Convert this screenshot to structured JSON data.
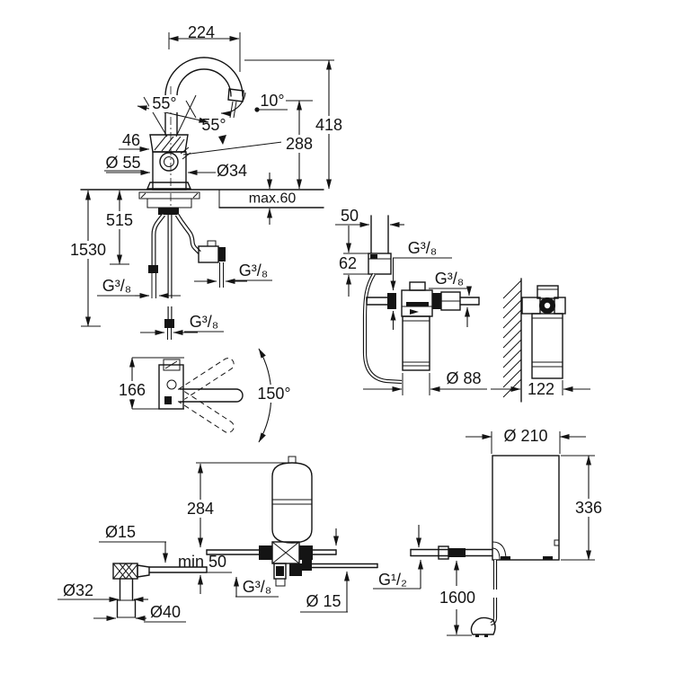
{
  "meta": {
    "background_color": "#ffffff",
    "line_color": "#141414",
    "drawing_type": "kitchen faucet with filter and boiler installation dimensions"
  },
  "figures": {
    "faucet_front_view": {
      "labels": {
        "projection": "224",
        "swivel_upper": "55°",
        "spout_angle": "10°",
        "lever_angle": "55°",
        "lever_width": "46",
        "body_diameter": "Ø 55",
        "shank_diameter": "Ø34",
        "height_total": "418",
        "height_outlet": "288",
        "counter_thickness": "max.60",
        "hose_short": "515",
        "hose_long": "1530",
        "thread_left": "G³/₈",
        "thread_right": "G³/₈",
        "thread_bottom": "G³/₈"
      }
    },
    "faucet_top_view": {
      "labels": {
        "depth": "166",
        "swivel_range": "150°"
      }
    },
    "filter_front_view": {
      "labels": {
        "head_width": "50",
        "head_height": "62",
        "thread_in": "G³/₈",
        "thread_out": "G³/₈",
        "cartridge_diameter": "Ø 88"
      }
    },
    "filter_side_view": {
      "labels": {
        "wall_distance": "122"
      }
    },
    "supply_assembly": {
      "labels": {
        "tank_height": "284",
        "outlet_thread": "G¹/₂",
        "pipe_diameter_left": "Ø15",
        "min_clearance": "min 50",
        "drain_diameter_inner": "Ø32",
        "drain_diameter_outer": "Ø40",
        "valve_thread": "G³/₈",
        "pipe_diameter_right": "Ø 15"
      }
    },
    "boiler_view": {
      "labels": {
        "diameter": "Ø 210",
        "height": "336",
        "connection_thread": "G¹/₂",
        "cable_length": "1600"
      }
    }
  }
}
